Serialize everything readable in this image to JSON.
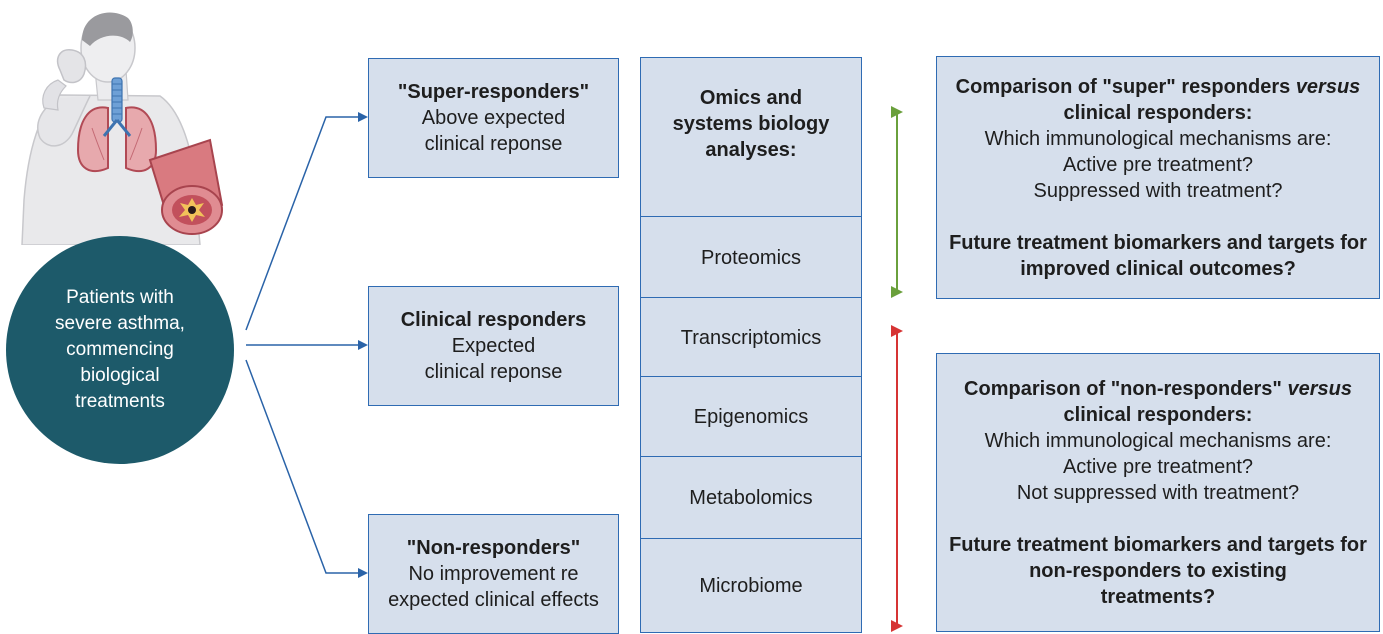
{
  "patients": {
    "lines": [
      "Patients with",
      "severe asthma,",
      "commencing",
      "biological",
      "treatments"
    ]
  },
  "responders": {
    "super": {
      "title": "\"Super-responders\"",
      "lines": [
        "Above expected",
        "clinical reponse"
      ]
    },
    "clinical": {
      "title": "Clinical responders",
      "lines": [
        "Expected",
        "clinical reponse"
      ]
    },
    "non": {
      "title": "\"Non-responders\"",
      "lines": [
        "No improvement re",
        "expected clinical effects"
      ]
    }
  },
  "omics": {
    "header_lines": [
      "Omics and",
      "systems biology",
      "analyses:"
    ],
    "items": [
      "Proteomics",
      "Transcriptomics",
      "Epigenomics",
      "Metabolomics",
      "Microbiome"
    ]
  },
  "comparison_super": {
    "title_a": "Comparison of \"super\" responders ",
    "title_italic": "versus",
    "title_b": "clinical responders:",
    "lines": [
      "Which immunological mechanisms are:",
      "Active pre treatment?",
      "Suppressed with treatment?"
    ],
    "future_a": "Future treatment biomarkers and targets for",
    "future_b": "improved clinical outcomes?"
  },
  "comparison_non": {
    "title_a": "Comparison of \"non-responders\" ",
    "title_italic": "versus",
    "title_b": "clinical responders:",
    "lines": [
      "Which immunological mechanisms are:",
      "Active pre treatment?",
      "Not suppressed with treatment?"
    ],
    "future_a": "Future treatment biomarkers and targets for",
    "future_b": "non-responders to existing",
    "future_c": "treatments?"
  },
  "colors": {
    "box_fill": "#d6dfec",
    "box_border": "#2f6bb3",
    "circle_fill": "#1d5a6a",
    "arrow_blue": "#2a63a8",
    "arrow_green": "#6aa03c",
    "arrow_red": "#d63434"
  }
}
